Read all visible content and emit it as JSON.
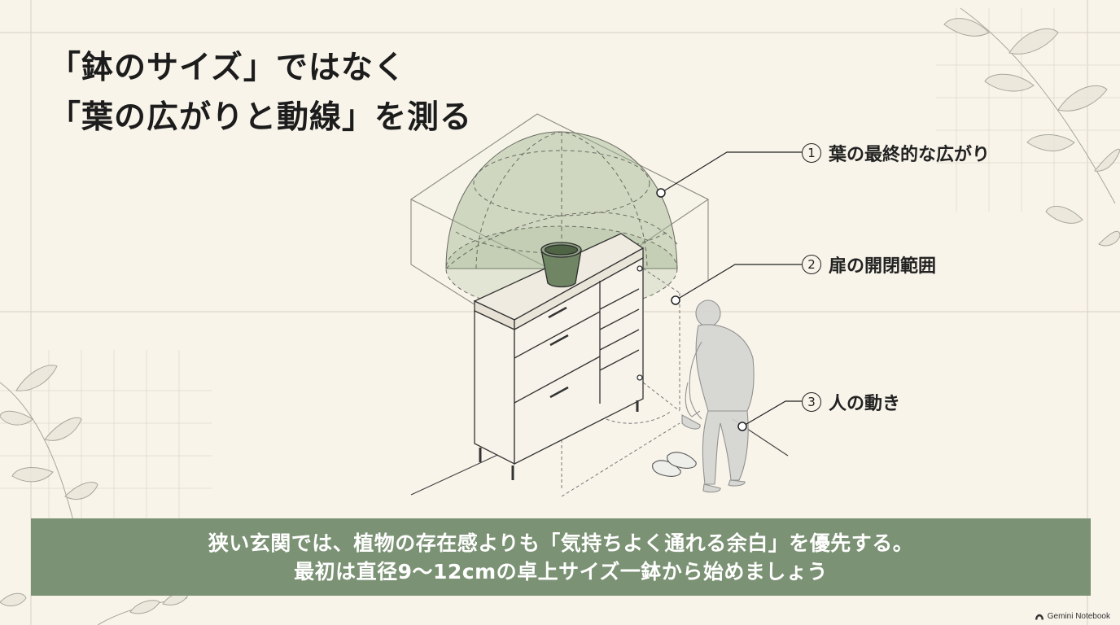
{
  "title": {
    "line1": "「鉢のサイズ」ではなく",
    "line2": "「葉の広がりと動線」を測る"
  },
  "callouts": [
    {
      "number": "1",
      "label": "葉の最終的な広がり"
    },
    {
      "number": "2",
      "label": "扉の開閉範囲"
    },
    {
      "number": "3",
      "label": "人の動き"
    }
  ],
  "banner": {
    "line1": "狭い玄関では、植物の存在感よりも「気持ちよく通れる余白」を優先する。",
    "line2": "最初は直径9〜12cmの卓上サイズ一鉢から始めましょう"
  },
  "branding": {
    "label": "Gemini Notebook",
    "icon": "gemini-notebook-icon"
  },
  "colors": {
    "background": "#f8f4ea",
    "banner": "#7b9274",
    "leaf_dome": "#9fb592",
    "pot": "#6f8563",
    "line": "#3a3a3a"
  },
  "decorations": [
    "leaf-sprig-icon",
    "dashed-dome",
    "person-figure",
    "shoe-cabinet",
    "shoes"
  ]
}
